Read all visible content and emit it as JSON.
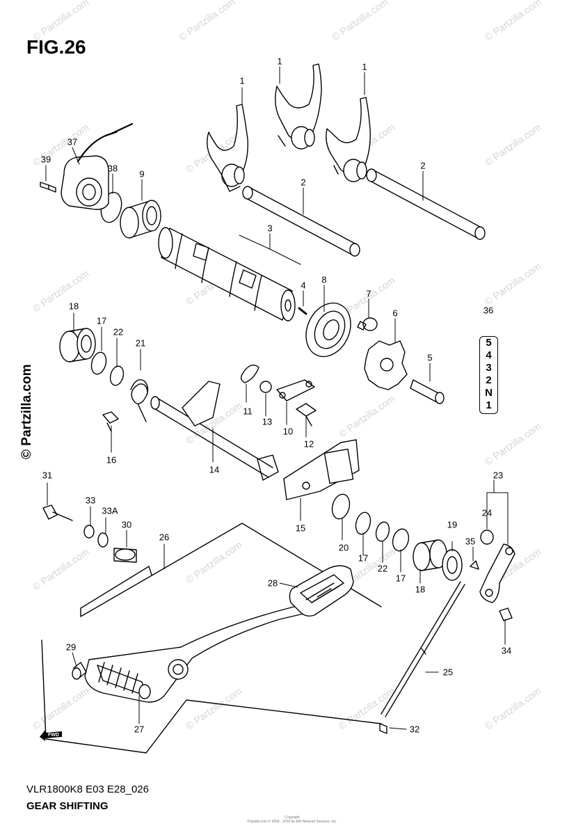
{
  "figure": {
    "title": "FIG.26",
    "model_code": "VLR1800K8 E03 E28_026",
    "section_name": "GEAR SHIFTING"
  },
  "watermark": {
    "text": "© Partzilla.com",
    "side_text": "© Partzilla.com"
  },
  "copyright": {
    "line1": "Copyright",
    "line2": "Partzilla.com © 2004 - 2016 by ARI Network Services, Inc."
  },
  "gear_indicator": [
    "5",
    "4",
    "3",
    "2",
    "N",
    "1"
  ],
  "fwd_label": "FWD",
  "callouts": {
    "c1a": "1",
    "c1b": "1",
    "c1c": "1",
    "c2a": "2",
    "c2b": "2",
    "c3": "3",
    "c4": "4",
    "c5": "5",
    "c6": "6",
    "c7": "7",
    "c8": "8",
    "c9": "9",
    "c10": "10",
    "c11": "11",
    "c12": "12",
    "c13": "13",
    "c14": "14",
    "c15": "15",
    "c16": "16",
    "c17a": "17",
    "c17b": "17",
    "c17c": "17",
    "c18a": "18",
    "c18b": "18",
    "c19": "19",
    "c20": "20",
    "c21": "21",
    "c22a": "22",
    "c22b": "22",
    "c23": "23",
    "c24": "24",
    "c25": "25",
    "c26": "26",
    "c27": "27",
    "c28": "28",
    "c29": "29",
    "c30": "30",
    "c31": "31",
    "c32": "32",
    "c33": "33",
    "c33a": "33A",
    "c34": "34",
    "c35": "35",
    "c36": "36",
    "c37": "37",
    "c38": "38",
    "c39": "39"
  }
}
